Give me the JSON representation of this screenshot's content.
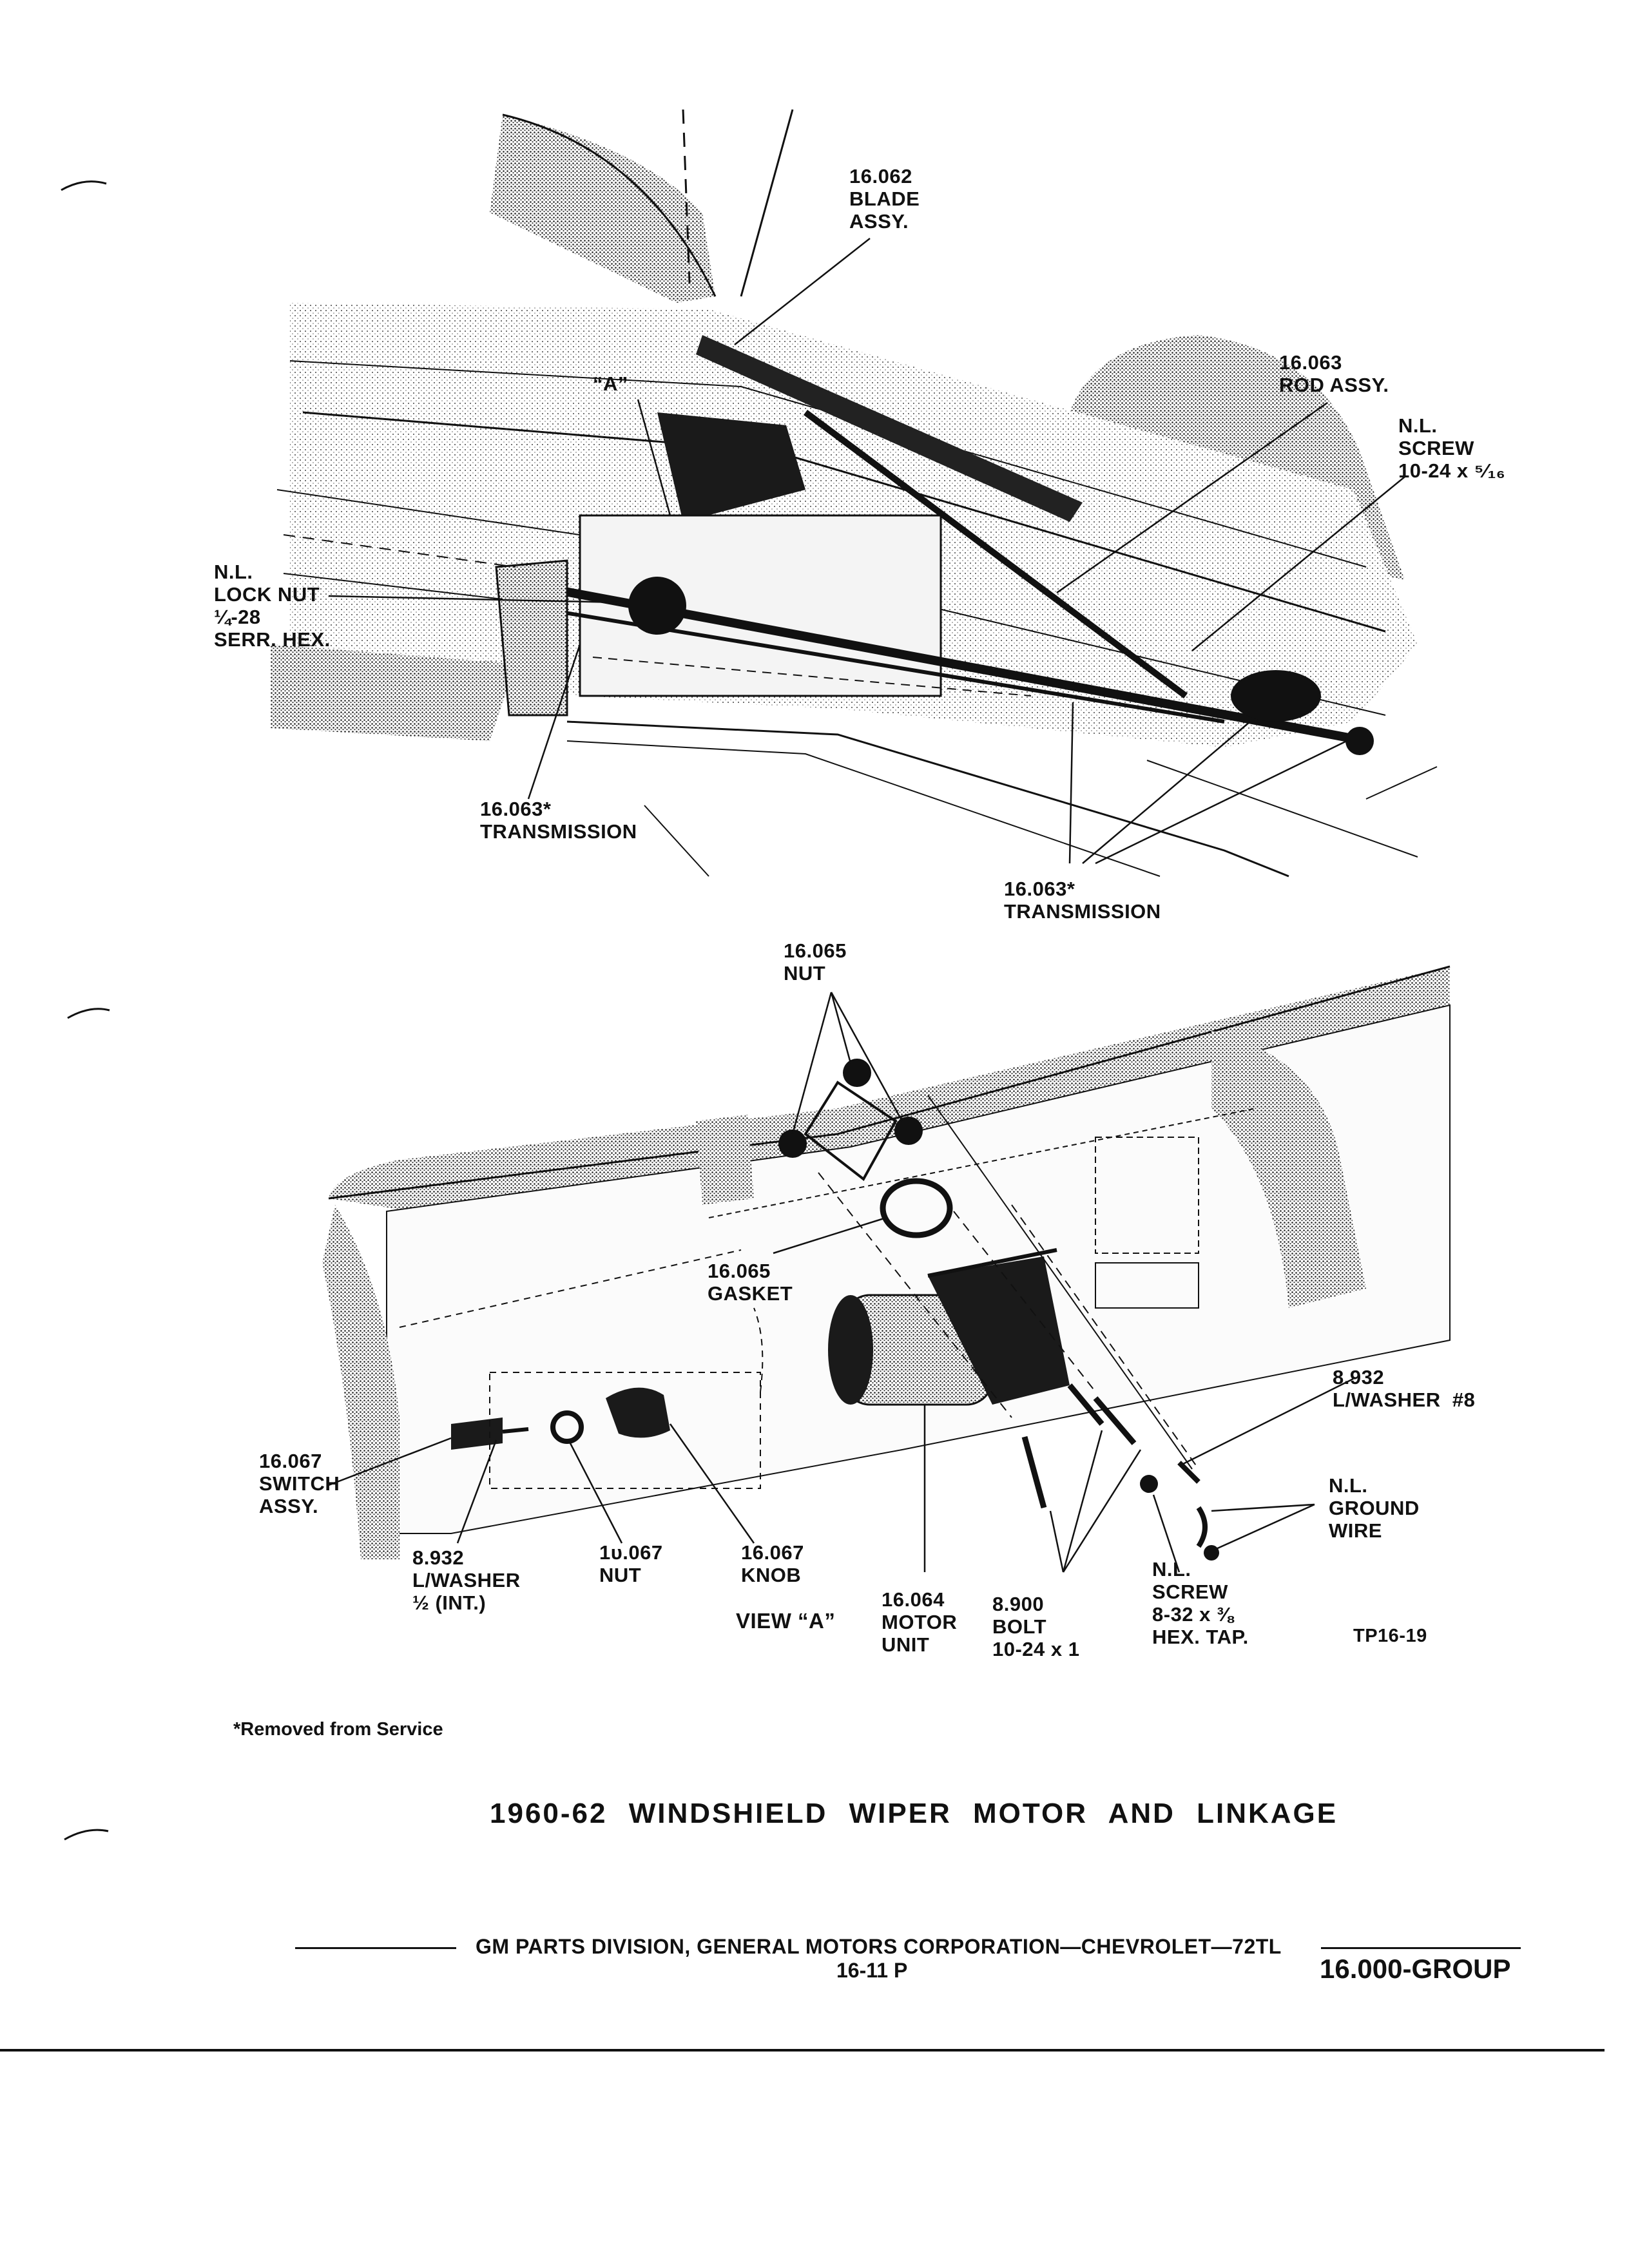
{
  "labels": {
    "blade_assy": "16.062\nBLADE\nASSY.",
    "rod_assy": "16.063\nROD ASSY.",
    "screw_top": "N.L.\nSCREW\n10-24 x ⁵⁄₁₆",
    "view_a_marker": "“A”",
    "lock_nut": "N.L.\nLOCK NUT\n¼-28\nSERR. HEX.",
    "transmission_left": "16.063*\nTRANSMISSION",
    "transmission_right": "16.063*\nTRANSMISSION",
    "nut_top": "16.065\nNUT",
    "gasket": "16.065\nGASKET",
    "washer_8": "8.932\nL/WASHER  #8",
    "switch_assy": "16.067\nSWITCH\nASSY.",
    "ground_wire": "N.L.\nGROUND\nWIRE",
    "washer_half": "8.932\nL/WASHER\n½ (INT.)",
    "nut_switch": "1υ.067\nNUT",
    "knob": "16.067\nKNOB",
    "view_a": "VIEW “A”",
    "motor_unit": "16.064\nMOTOR\nUNIT",
    "bolt": "8.900\nBOLT\n10-24 x 1",
    "screw_bottom": "N.L.\nSCREW\n8-32 x ⅜\nHEX. TAP.",
    "ref_code": "TP16-19"
  },
  "footnote": "*Removed from Service",
  "caption": "1960-62  WINDSHIELD  WIPER  MOTOR  AND  LINKAGE",
  "footer": {
    "publisher": "GM PARTS DIVISION,  GENERAL MOTORS CORPORATION—CHEVROLET—72TL",
    "page": "16-11 P",
    "group": "16.000-GROUP"
  },
  "colors": {
    "ink": "#111111",
    "shade": "#2a2a2a",
    "paper": "#ffffff"
  }
}
